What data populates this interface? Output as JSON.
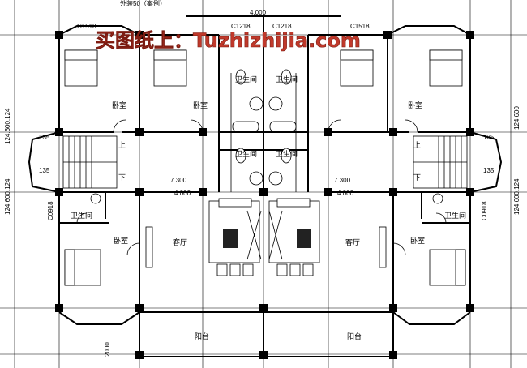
{
  "watermark": "买图纸上：Tuzhizhijia.com",
  "top_note": "外装50（案例）",
  "dims": {
    "top_width": "4.000",
    "left_lower": "7.300",
    "left_lower_sub": "4.000",
    "right_lower": "7.300",
    "right_lower_sub": "4.000",
    "left_vertical_a": "124.600.124",
    "left_vertical_b": "124.600.124",
    "right_vertical_a": "124.600",
    "right_vertical_b": "124.600.124",
    "bottom_vertical": "2000",
    "stair_l_1": "135",
    "stair_l_2": "135",
    "stair_r_1": "135",
    "stair_r_2": "135"
  },
  "windows": {
    "c1518_left": "C1518",
    "c1218_left": "C1218",
    "c1218_right": "C1218",
    "c1518_right": "C1518",
    "c0918_left": "C0918",
    "c0918_right": "C0918"
  },
  "rooms": {
    "bedroom_tl": "卧室",
    "bedroom_tc": "卧室",
    "bedroom_tr": "卧室",
    "bedroom_bl": "卧室",
    "bedroom_br": "卧室",
    "bath_top_l": "卫生间",
    "bath_top_r": "卫生间",
    "bath_mid_l": "卫生间",
    "bath_mid_r": "卫生间",
    "bath_side_l": "卫生间",
    "bath_side_r": "卫生间",
    "living_l": "客厅",
    "living_r": "客厅",
    "balcony_l": "阳台",
    "balcony_r": "阳台"
  },
  "stairs": {
    "up_l": "上",
    "down_l": "下",
    "up_r": "上",
    "down_r": "下"
  }
}
